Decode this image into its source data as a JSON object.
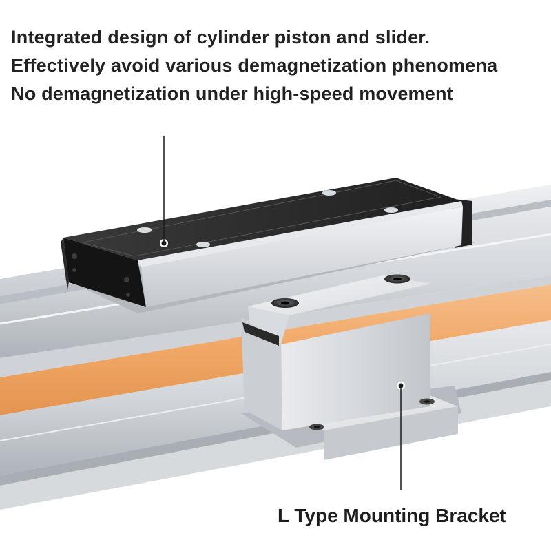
{
  "headline": {
    "line1": "Integrated design of cylinder piston and slider.",
    "line2": "Effectively avoid various demagnetization phenomena",
    "line3": "No demagnetization under high-speed movement"
  },
  "callout": {
    "bracket_label": "L Type Mounting Bracket"
  },
  "colors": {
    "background": "#ffffff",
    "rail_aluminum": "#d4d8dc",
    "seal_strip": "#f0a766",
    "slider_end_cap": "#1a1a1a",
    "text": "#222222"
  },
  "icons": [
    "hex-socket-screw",
    "pointer-line"
  ]
}
